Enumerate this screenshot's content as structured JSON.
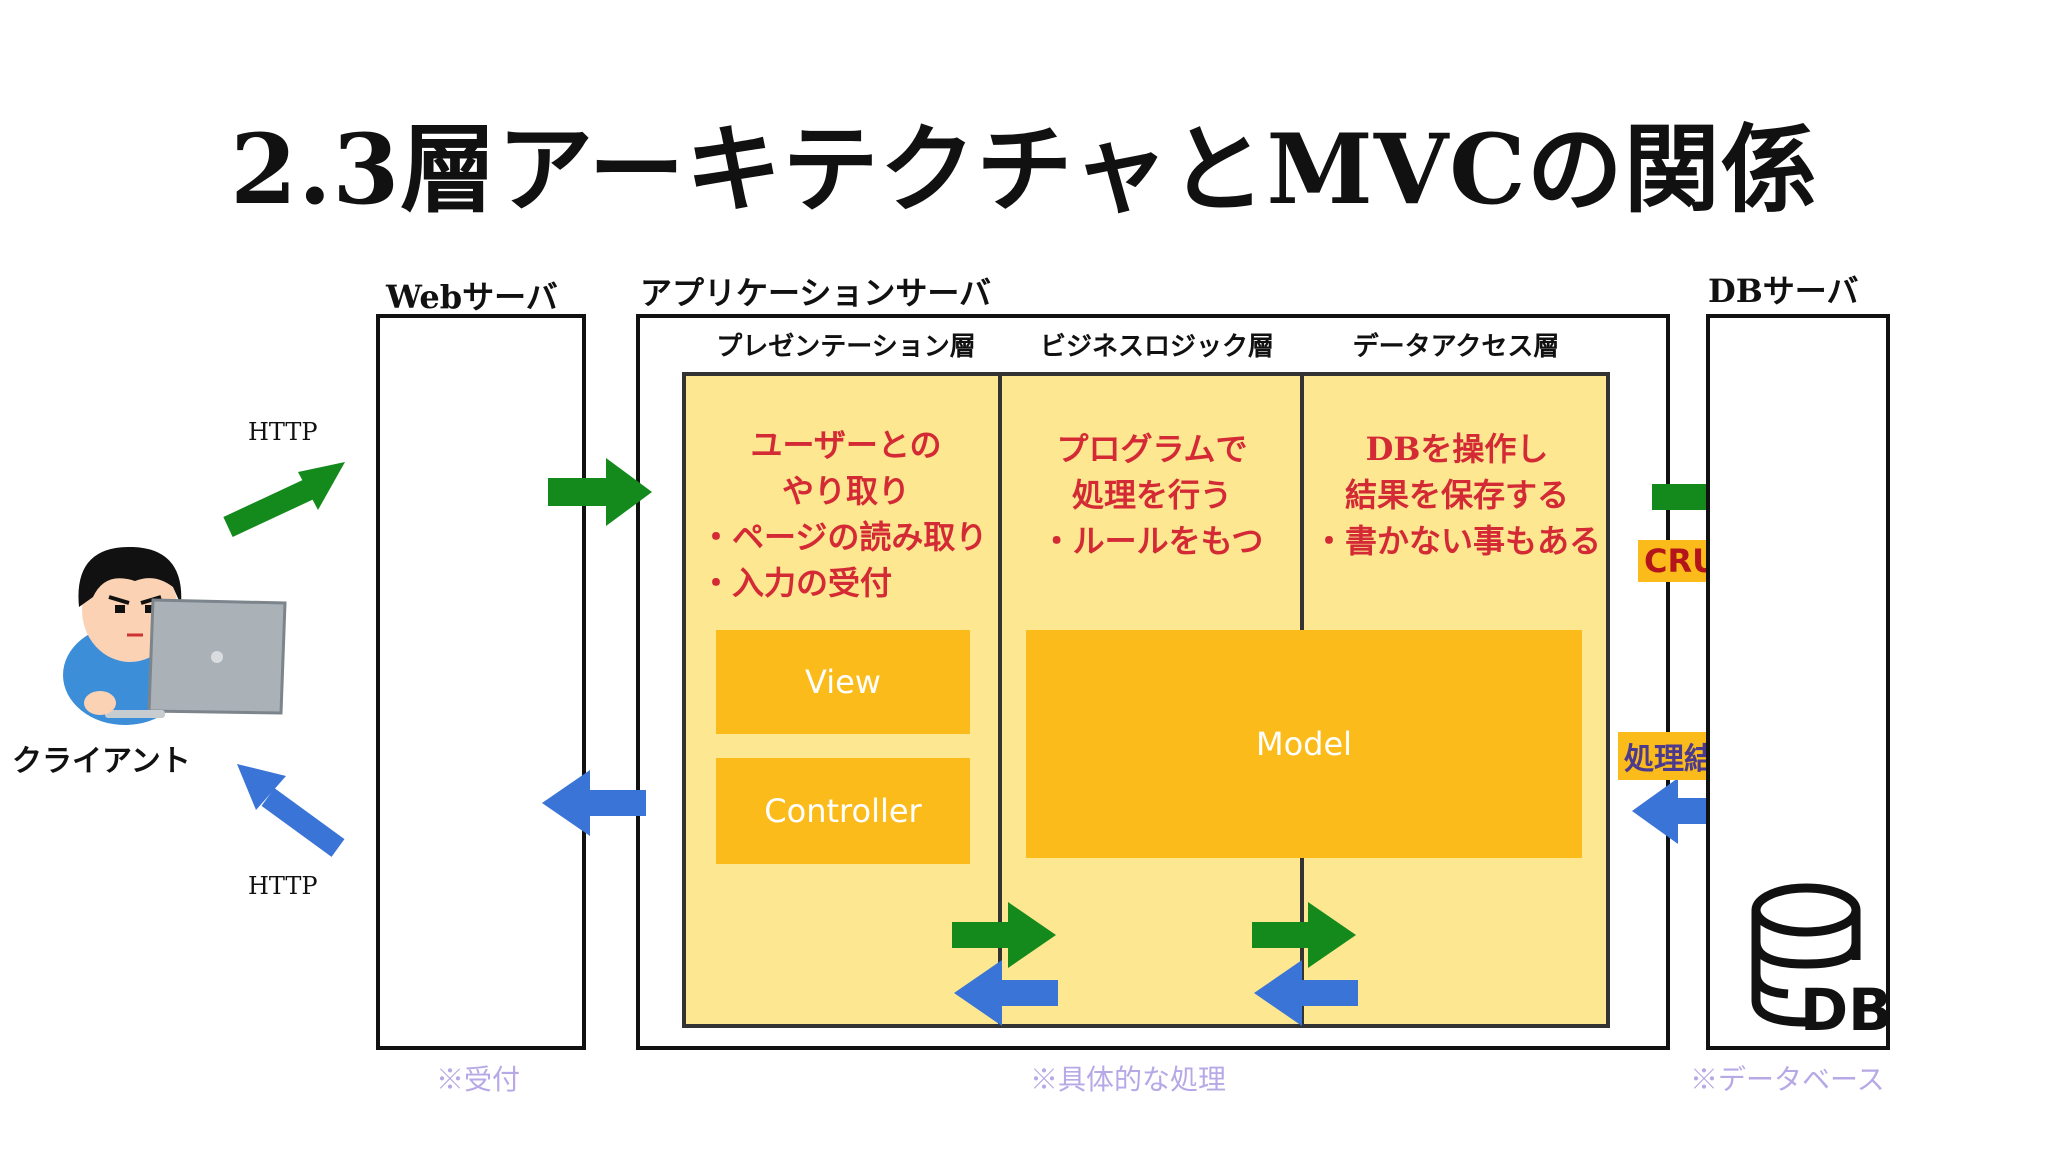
{
  "title": "2.3層アーキテクチャとMVCの関係",
  "client": {
    "label": "クライアント",
    "http_out": "HTTP",
    "http_in": "HTTP"
  },
  "web_server": {
    "label": "Webサーバ",
    "note": "※受付"
  },
  "app_server": {
    "label": "アプリケーションサーバ",
    "note": "※具体的な処理",
    "layers": [
      {
        "name": "プレゼンテーション層",
        "desc": [
          "ユーザーとの",
          "やり取り",
          "・ページの読み取り",
          "・入力の受付"
        ]
      },
      {
        "name": "ビジネスロジック層",
        "desc": [
          "プログラムで",
          "処理を行う",
          "・ルールをもつ"
        ]
      },
      {
        "name": "データアクセス層",
        "desc": [
          "DBを操作し",
          "結果を保存する",
          "・書かない事もある"
        ]
      }
    ],
    "components": {
      "view": "View",
      "controller": "Controller",
      "model": "Model"
    }
  },
  "db_server": {
    "label": "DBサーバ",
    "note": "※データベース",
    "crud": "CRUD",
    "result": "処理結果",
    "db_icon_text": "DB"
  },
  "colors": {
    "green": "#148a1d",
    "blue": "#3a74d6",
    "panel": "#fde790",
    "component": "#fbbb1b",
    "desc": "#d42a35",
    "note": "#b7a8e6"
  }
}
